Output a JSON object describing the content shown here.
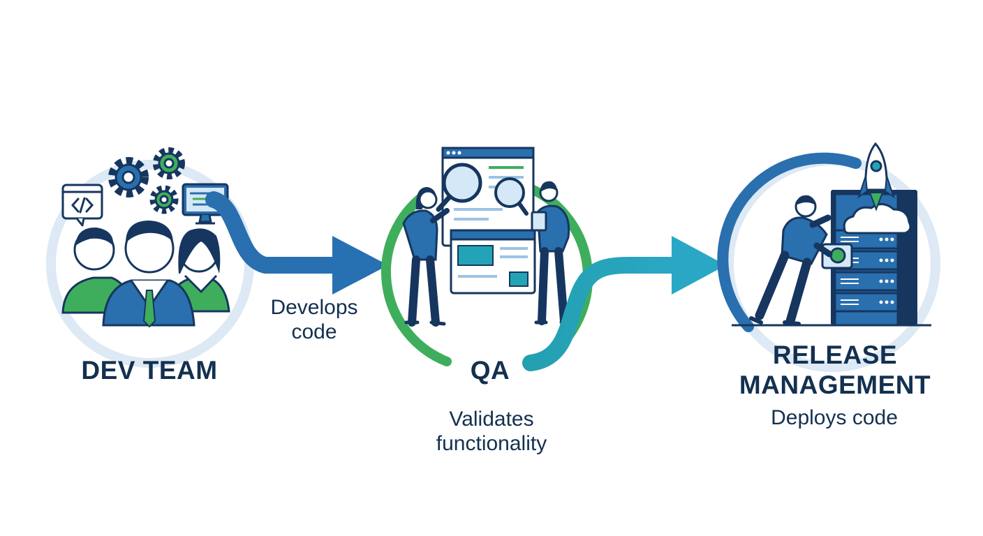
{
  "stages": [
    {
      "title": "DEV TEAM",
      "icons": [
        "code-window-icon",
        "gear-icon",
        "monitor-icon",
        "team-icon"
      ]
    },
    {
      "title": "QA",
      "icons": [
        "browser-window-icon",
        "magnifier-icon",
        "tester-icon"
      ]
    },
    {
      "title_lines": [
        "RELEASE",
        "MANAGEMENT"
      ],
      "caption": "Deploys code",
      "icons": [
        "rocket-icon",
        "cloud-icon",
        "server-rack-icon",
        "engineer-icon"
      ]
    }
  ],
  "transitions": [
    {
      "caption_lines": [
        "Develops",
        "code"
      ]
    },
    {
      "caption_lines": [
        "Validates",
        "functionality"
      ]
    }
  ],
  "colors": {
    "navy": "#16365f",
    "blue": "#2a6fae",
    "teal": "#23a4b6",
    "green": "#3fae5c",
    "light_circle": "#dde9f4",
    "light_blue": "#d5e8f7"
  }
}
